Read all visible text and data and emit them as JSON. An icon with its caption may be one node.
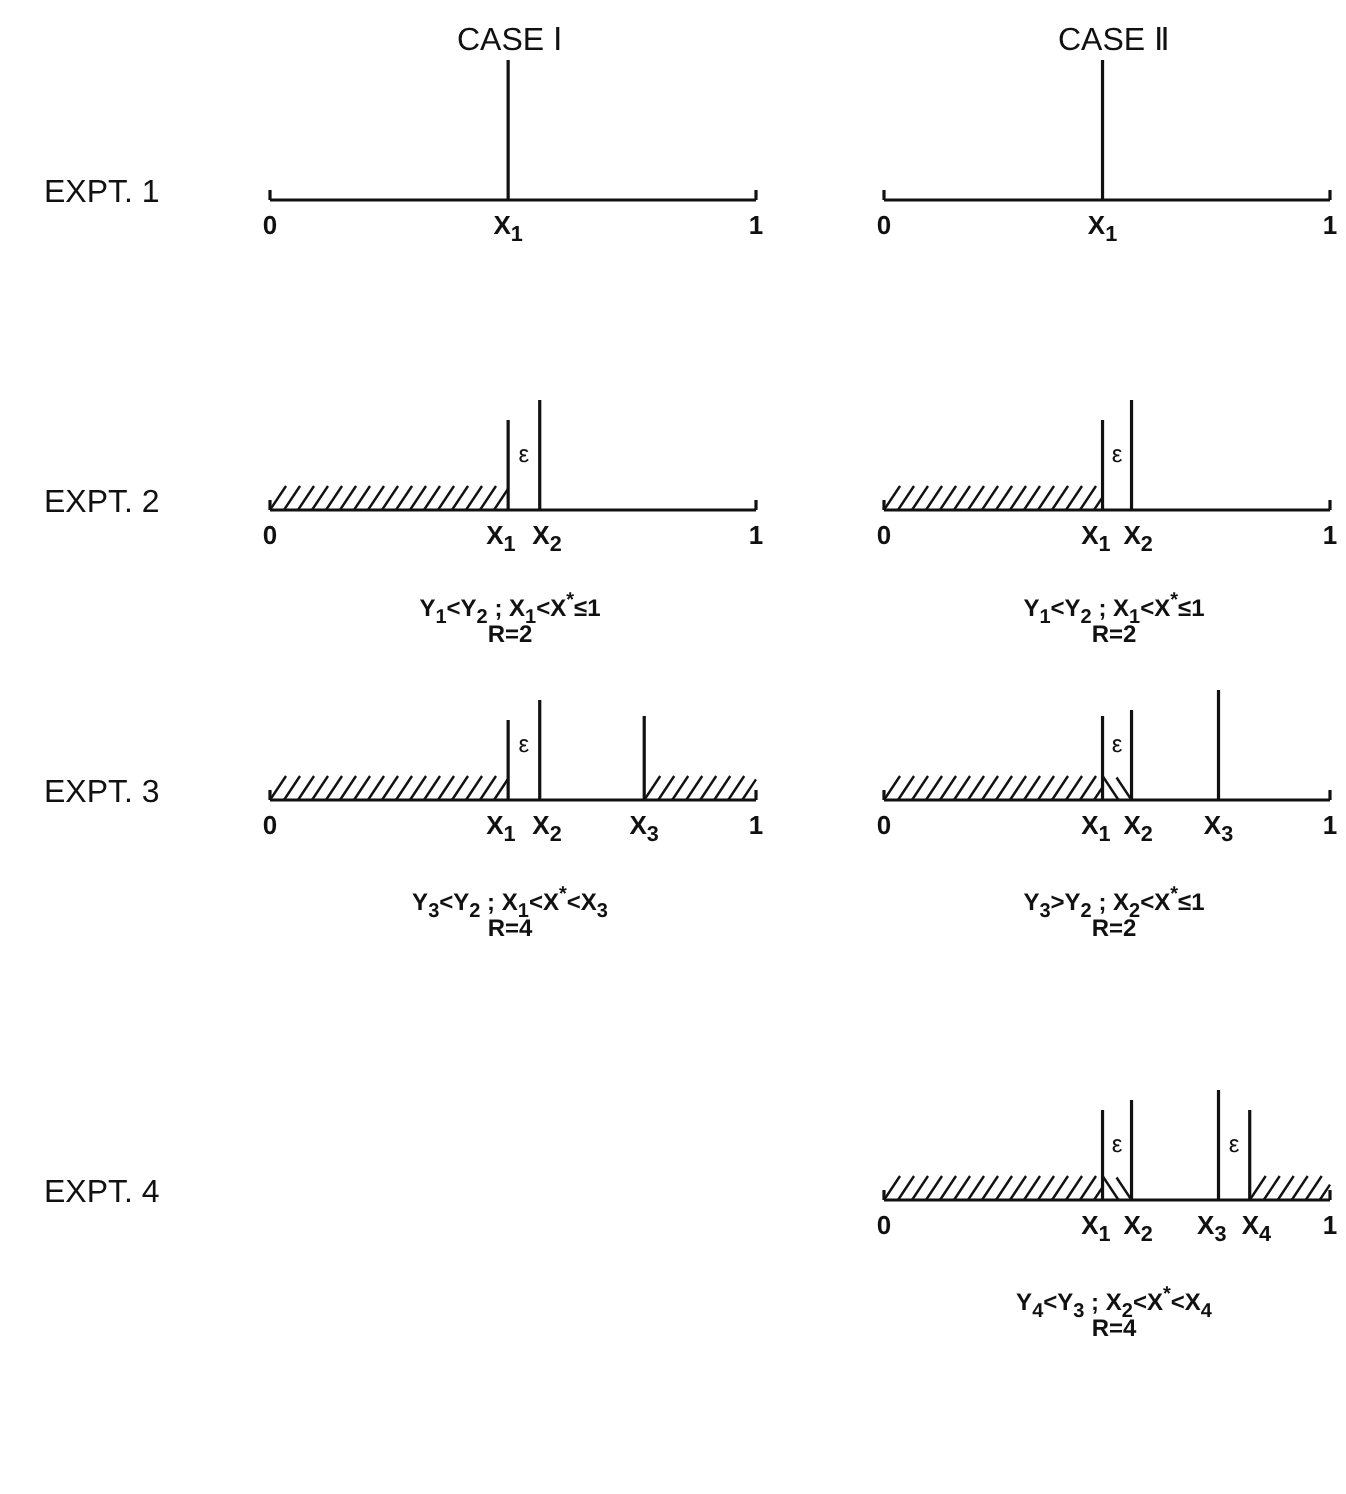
{
  "diagram": {
    "labels": [
      "CASE Ⅰ",
      "CASE Ⅱ",
      "EXPT. 1",
      "0",
      "X$_{1}$",
      "1",
      "0",
      "X$_{1}$",
      "1",
      "EXPT. 2",
      "ε",
      "0",
      "X$_{1}$",
      "X$_{2}$",
      "1",
      "ε",
      "0",
      "X$_{1}$",
      "X$_{2}$",
      "1",
      "Y$_{1}$<Y$_{2}$ ; X$_{1}$<X$^{*}$≤1",
      "R=2",
      "Y$_{1}$<Y$_{2}$ ; X$_{1}$<X$^{*}$≤1",
      "R=2",
      "EXPT. 3",
      "ε",
      "0",
      "X$_{1}$",
      "X$_{2}$",
      "X$_{3}$",
      "1",
      "ε",
      "0",
      "X$_{1}$",
      "X$_{2}$",
      "X$_{3}$",
      "1",
      "Y$_{3}$<Y$_{2}$ ; X$_{1}$<X$^{*}$<X$_{3}$",
      "R=4",
      "Y$_{3}$>Y$_{2}$ ; X$_{2}$<X$^{*}$≤1",
      "R=2",
      "EXPT. 4",
      "ε",
      "ε",
      "0",
      "X$_{1}$",
      "X$_{2}$",
      "X$_{3}$",
      "X$_{4}$",
      "1",
      "Y$_{4}$<Y$_{3}$ ; X$_{2}$<X$^{*}$<X$_{4}$",
      "R=4"
    ]
  }
}
